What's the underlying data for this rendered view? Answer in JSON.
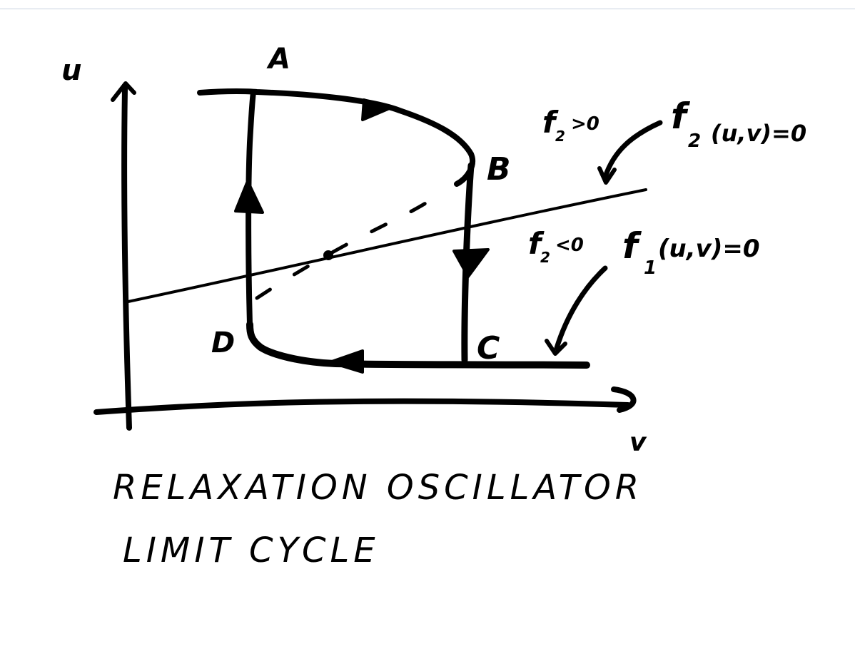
{
  "axes": {
    "y_label": "u",
    "x_label": "v"
  },
  "points": {
    "a": "A",
    "b": "B",
    "c": "C",
    "d": "D"
  },
  "nullclines": {
    "f2_text": "f",
    "f2_sub": "2",
    "f2_args": "(u,v)=0",
    "f2_pos_text": "f",
    "f2_pos_sub": "2",
    "f2_pos_rel": ">0",
    "f2_neg_text": "f",
    "f2_neg_sub": "2",
    "f2_neg_rel": "<0",
    "f1_text": "f",
    "f1_sub": "1",
    "f1_args": "(u,v)=0"
  },
  "caption": {
    "line1": "RELAXATION OSCILLATOR",
    "line2": "LIMIT CYCLE"
  }
}
